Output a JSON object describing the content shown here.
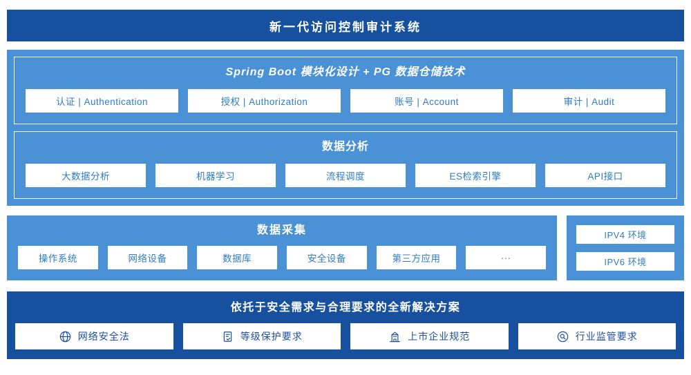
{
  "colors": {
    "dark_blue": "#17509e",
    "mid_blue": "#4a91d6",
    "box_text_blue": "#2e7cc3",
    "white": "#ffffff"
  },
  "header": {
    "title": "新一代访问控制审计系统"
  },
  "platform": {
    "modules": {
      "title": "Spring Boot 模块化设计 + PG 数据仓储技术",
      "items": [
        "认证 | Authentication",
        "授权 | Authorization",
        "账号 | Account",
        "审计 | Audit"
      ]
    },
    "analysis": {
      "title": "数据分析",
      "items": [
        "大数据分析",
        "机器学习",
        "流程调度",
        "ES检索引擎",
        "API接口"
      ]
    }
  },
  "collection": {
    "title": "数据采集",
    "items": [
      "操作系统",
      "网络设备",
      "数据库",
      "安全设备",
      "第三方应用",
      "···"
    ]
  },
  "environment": {
    "items": [
      "IPV4 环境",
      "IPV6 环境"
    ]
  },
  "solution": {
    "title": "依托于安全需求与合理要求的全新解决方案",
    "items": [
      {
        "icon": "globe-icon",
        "label": "网络安全法"
      },
      {
        "icon": "document-check-icon",
        "label": "等级保护要求"
      },
      {
        "icon": "building-icon",
        "label": "上市企业规范"
      },
      {
        "icon": "inspection-icon",
        "label": "行业监管要求"
      }
    ]
  }
}
